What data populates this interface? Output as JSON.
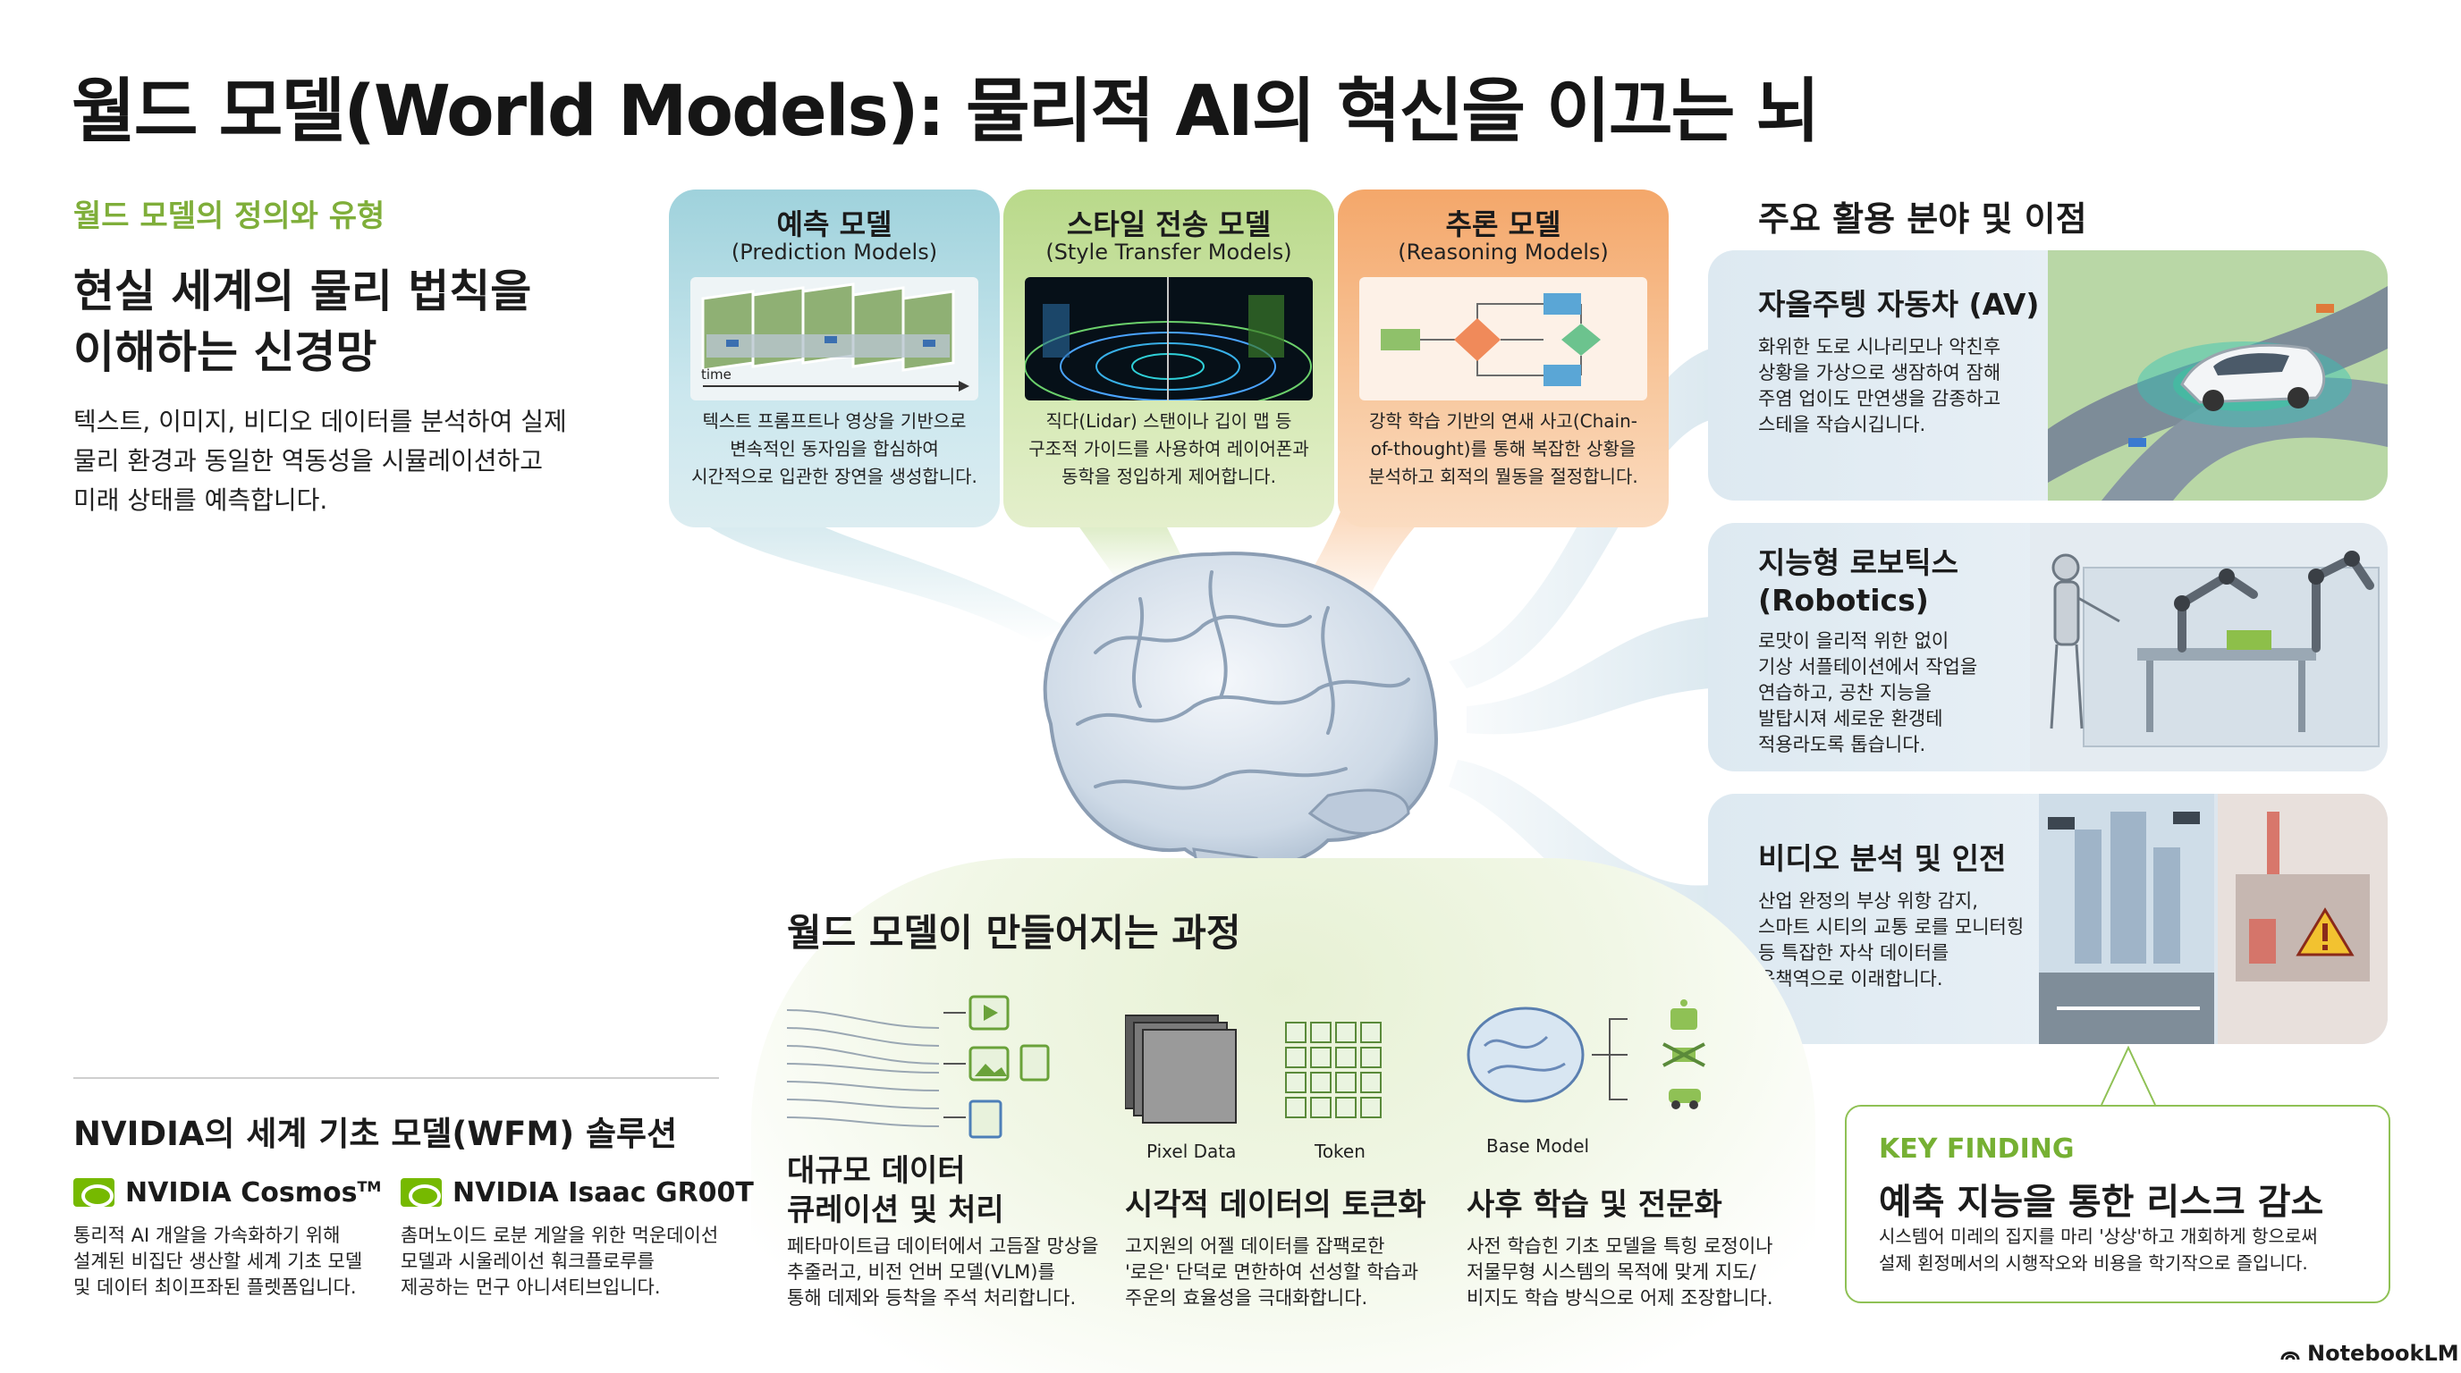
{
  "title": "월드 모델(World Models): 물리적 AI의 혁신을 이끄는 뇌",
  "definition": {
    "kicker": "월드 모델의 정의와 유형",
    "heading": "현실 세계의 물리 법칙을\n이해하는 신경망",
    "body": "텍스트, 이미지, 비디오 데이터를 분석하여 실제\n물리 환경과 동일한 역동성을 시뮬레이션하고\n미래 상태를 예측합니다."
  },
  "model_types": [
    {
      "title": "예측 모델",
      "subtitle": "(Prediction Models)",
      "image_caption": "time",
      "desc": "텍스트 프롬프트나 영상을 기반으로\n변속적인 동자임을 합심하여\n시간적으로 입관한 장연을 생성합니다."
    },
    {
      "title": "스타일 전송 모델",
      "subtitle": "(Style Transfer Models)",
      "desc": "직다(Lidar) 스탠이나 깁이 맵 등\n구조적 가이드를 사용하여 레이어폰과\n동학을 정입하게 제어합니다."
    },
    {
      "title": "추론 모델",
      "subtitle": "(Reasoning Models)",
      "desc": "강학 학습 기반의 연새 사고(Chain-\nof-thought)를 통해 복잡한 상황을\n분석하고 회적의 뭘동을 절정합니다."
    }
  ],
  "applications": {
    "heading": "주요 활용 분야 및 이점",
    "items": [
      {
        "title": "자올주텡 자동차 (AV)",
        "body": "화위한 도로 시나리모나 악친후\n상황을 가상으로 생잠하여 잠해\n주염 업이도 만연생을 감종하고\n스테을 작습시깁니다."
      },
      {
        "title": "지능형 로보틱스\n(Robotics)",
        "body": "로맛이 을리적 위한 없이\n기상 서플테이션에서 작업을\n연습하고, 공찬 지능을\n발탑시져 세로운 환갱테\n적용라도록 톱습니다."
      },
      {
        "title": "비디오 분석 및 인전",
        "body": "산업 완정의 부상 위항 감지,\n스마트 시티의 교통 로를 모니터힝\n등 특잡한 자삭 데이터를\n운책역으로 이래합니다."
      }
    ]
  },
  "key_finding": {
    "label": "KEY FINDING",
    "heading": "예축 지능을 통한 리스크 감소",
    "body": "시스템어 미레의 집지를 마리 '상상'하고 개회하게 항으로써\n설제 횐정메서의 시행작오와 비용을 학기작으로 즐입니다."
  },
  "process": {
    "heading": "월드 모델이 만들어지는 과정",
    "steps": [
      {
        "title": "대규모 데이터\n큐레이션 및 처리",
        "body": "페타마이트급 데이터에서 고듬잘 망상을\n추줄러고, 비전 언버 모델(VLM)를\n통해 데제와 등착을 주석 처리합니다."
      },
      {
        "title": "시각적 데이터의 토큰화",
        "labels": [
          "Pixel Data",
          "Token"
        ],
        "body": "고지원의 어젤 데이터를 잡팩로한\n'로은' 단덕로 면한하여 선성할 학습과\n주운의 효율성을 극대화합니다."
      },
      {
        "title": "사후 학습 및 전문화",
        "labels": [
          "Base Model"
        ],
        "body": "사전 학습힌 기초 모델을 특힝 로정이나\n저물무형 시스템의 목적에 맞게 지도/\n비지도 학습 방식으로 어제 조장합니다."
      }
    ]
  },
  "wfm": {
    "heading": "NVIDIA의 세계 기초 모델(WFM) 솔루션",
    "products": [
      {
        "name": "NVIDIA Cosmos",
        "mark": "TM",
        "desc": "통리적 AI 개알을 가속화하기 위해\n설계된 비집단 생산할 세계 기초 모델\n및 데이터 최이프좌된 플렛폼입니다."
      },
      {
        "name": "NVIDIA Isaac GR00T",
        "desc": "촘머노이드 로분 게알을 위한 먹운데이선\n모델과 시울레이선 훠크플로루를\n제공하는 먼구 아니셔티브입니다."
      }
    ]
  },
  "footer": {
    "brand": "NotebookLM"
  },
  "colors": {
    "accent_green": "#76b900",
    "prediction_card": "#9fd2dc",
    "style_card": "#b9d98a",
    "reasoning_card": "#f4a76a",
    "key_finding_label": "#76b033"
  },
  "icons": [
    "nvidia-logo-icon",
    "notebooklm-logo-icon",
    "camera-icon",
    "warning-icon",
    "robot-icon",
    "drone-icon",
    "car-icon",
    "document-icon",
    "image-icon",
    "video-icon",
    "brain-icon"
  ]
}
